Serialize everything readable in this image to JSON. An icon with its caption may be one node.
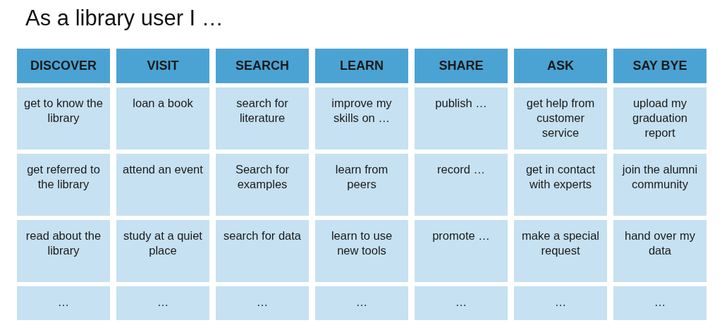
{
  "diagram": {
    "title": "As a library user I …",
    "nodes": [
      {
        "text": [
          "DISCOVER"
        ]
      },
      {
        "text": [
          "VISIT"
        ]
      },
      {
        "text": [
          "SEARCH"
        ]
      },
      {
        "text": [
          "LEARN"
        ]
      },
      {
        "text": [
          "SHARE"
        ]
      },
      {
        "text": [
          "ASK"
        ]
      },
      {
        "text": [
          "SAY BYE"
        ]
      },
      {
        "text": [
          "get to know the library"
        ]
      },
      {
        "text": [
          "loan a book"
        ]
      },
      {
        "text": [
          "search for literature"
        ]
      },
      {
        "text": [
          "improve my skills on …"
        ]
      },
      {
        "text": [
          "publish …"
        ]
      },
      {
        "text": [
          "get help from customer service"
        ]
      },
      {
        "text": [
          "upload my graduation report"
        ]
      },
      {
        "text": [
          "get referred to the library"
        ]
      },
      {
        "text": [
          "attend an event"
        ]
      },
      {
        "text": [
          "Search for examples"
        ]
      },
      {
        "text": [
          "learn from peers"
        ]
      },
      {
        "text": [
          "record …"
        ]
      },
      {
        "text": [
          "get in contact with experts"
        ]
      },
      {
        "text": [
          "join the alumni community"
        ]
      },
      {
        "text": [
          "read about the library"
        ]
      },
      {
        "text": [
          "study at a quiet place"
        ]
      },
      {
        "text": [
          "search for data"
        ]
      },
      {
        "text": [
          "learn to use new tools"
        ]
      },
      {
        "text": [
          "promote …"
        ]
      },
      {
        "text": [
          "make a special request"
        ]
      },
      {
        "text": [
          "hand over my data"
        ]
      },
      {
        "text": [
          "…"
        ]
      },
      {
        "text": [
          "…"
        ]
      },
      {
        "text": [
          "…"
        ]
      },
      {
        "text": [
          "…"
        ]
      },
      {
        "text": [
          "…"
        ]
      },
      {
        "text": [
          "…"
        ]
      },
      {
        "text": [
          "…"
        ]
      }
    ]
  }
}
